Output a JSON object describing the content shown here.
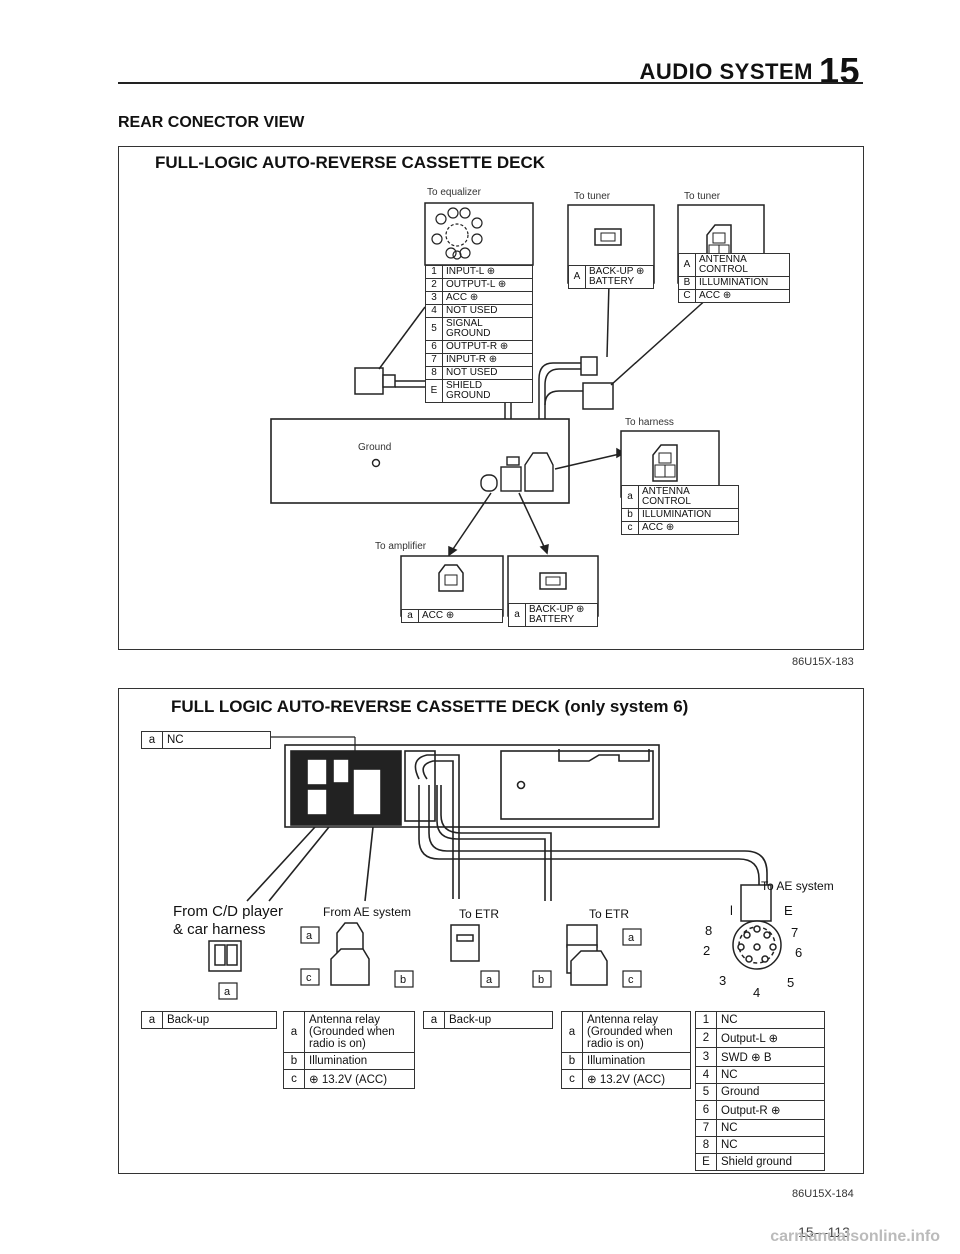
{
  "header": {
    "title": "AUDIO SYSTEM",
    "number": "15"
  },
  "section_title": "REAR CONECTOR VIEW",
  "diagram1": {
    "title": "FULL-LOGIC AUTO-REVERSE CASSETTE DECK",
    "labels": {
      "to_equalizer": "To equalizer",
      "to_tuner_1": "To tuner",
      "to_tuner_2": "To tuner",
      "to_harness": "To harness",
      "to_amplifier": "To amplifier",
      "ground": "Ground"
    },
    "equalizer_pins": [
      {
        "k": "1",
        "v": "INPUT-L ⊕"
      },
      {
        "k": "2",
        "v": "OUTPUT-L ⊕"
      },
      {
        "k": "3",
        "v": "ACC ⊕"
      },
      {
        "k": "4",
        "v": "NOT USED"
      },
      {
        "k": "5",
        "v": "SIGNAL GROUND"
      },
      {
        "k": "6",
        "v": "OUTPUT-R ⊕"
      },
      {
        "k": "7",
        "v": "INPUT-R ⊕"
      },
      {
        "k": "8",
        "v": "NOT USED"
      },
      {
        "k": "E",
        "v": "SHIELD GROUND"
      }
    ],
    "tuner1_pins": [
      {
        "k": "A",
        "v": "BACK-UP ⊕ BATTERY"
      }
    ],
    "tuner2_pins": [
      {
        "k": "A",
        "v": "ANTENNA CONTROL"
      },
      {
        "k": "B",
        "v": "ILLUMINATION"
      },
      {
        "k": "C",
        "v": "ACC ⊕"
      }
    ],
    "harness_pins": [
      {
        "k": "a",
        "v": "ANTENNA CONTROL"
      },
      {
        "k": "b",
        "v": "ILLUMINATION"
      },
      {
        "k": "c",
        "v": "ACC ⊕"
      }
    ],
    "amp1_pins": [
      {
        "k": "a",
        "v": "ACC ⊕"
      }
    ],
    "amp2_pins": [
      {
        "k": "a",
        "v": "BACK-UP ⊕ BATTERY"
      }
    ],
    "ref": "86U15X-183"
  },
  "diagram2": {
    "title": "FULL LOGIC AUTO-REVERSE CASSETTE DECK (only system 6)",
    "nc_label": {
      "k": "a",
      "v": "NC"
    },
    "labels": {
      "from_cd": "From C/D player",
      "car_harness": "& car harness",
      "from_ae": "From AE system",
      "to_etr_1": "To ETR",
      "to_etr_2": "To ETR",
      "to_ae": "To AE system"
    },
    "legend_backup_1": [
      {
        "k": "a",
        "v": "Back-up"
      }
    ],
    "legend_relay_1": [
      {
        "k": "a",
        "v": "Antenna relay (Grounded when radio is on)"
      },
      {
        "k": "b",
        "v": "Illumination"
      },
      {
        "k": "c",
        "v": "⊕ 13.2V (ACC)"
      }
    ],
    "legend_backup_2": [
      {
        "k": "a",
        "v": "Back-up"
      }
    ],
    "legend_relay_2": [
      {
        "k": "a",
        "v": "Antenna relay (Grounded when radio is on)"
      },
      {
        "k": "b",
        "v": "Illumination"
      },
      {
        "k": "c",
        "v": "⊕ 13.2V (ACC)"
      }
    ],
    "legend_ae": [
      {
        "k": "1",
        "v": "NC"
      },
      {
        "k": "2",
        "v": "Output-L ⊕"
      },
      {
        "k": "3",
        "v": "SWD ⊕ B"
      },
      {
        "k": "4",
        "v": "NC"
      },
      {
        "k": "5",
        "v": "Ground"
      },
      {
        "k": "6",
        "v": "Output-R ⊕"
      },
      {
        "k": "7",
        "v": "NC"
      },
      {
        "k": "8",
        "v": "NC"
      },
      {
        "k": "E",
        "v": "Shield ground"
      }
    ],
    "ref": "86U15X-184"
  },
  "page_number": "15—113",
  "watermark": "carmanualsonline.info"
}
